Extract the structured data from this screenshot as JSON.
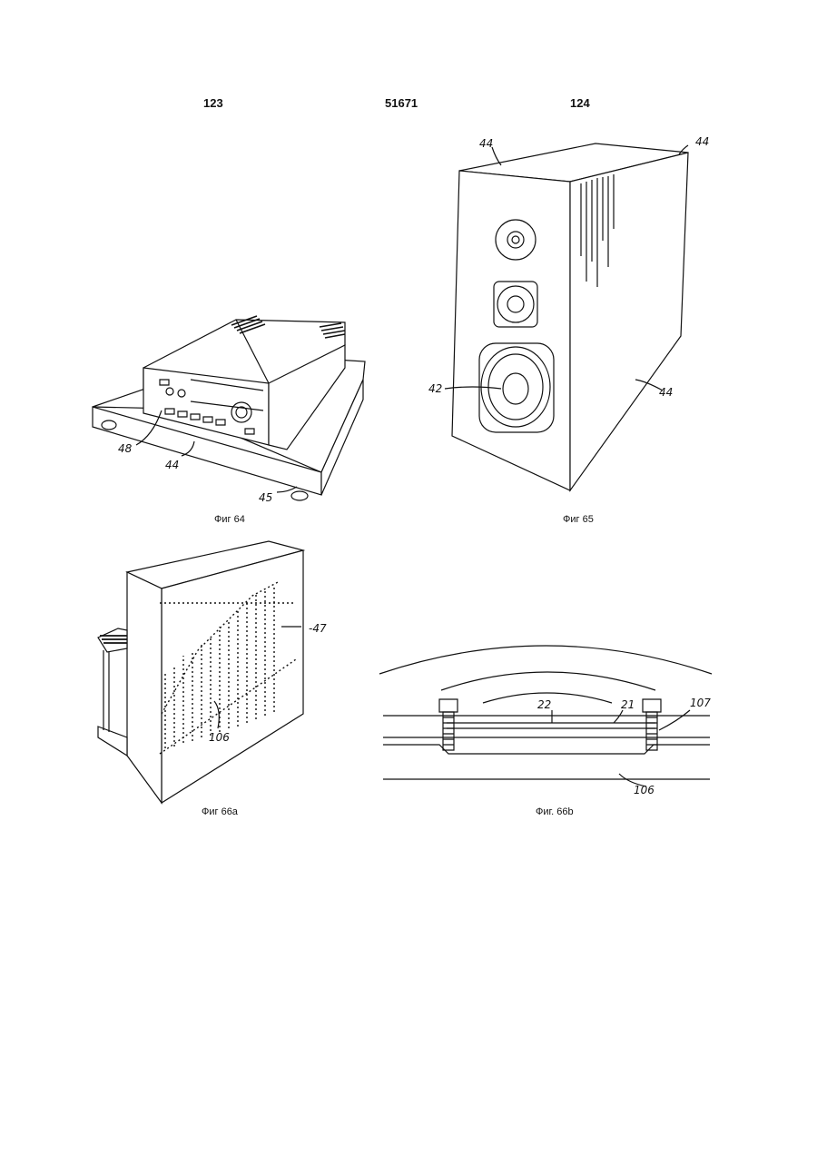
{
  "header": {
    "page_left": "123",
    "patent_number": "51671",
    "page_right": "124"
  },
  "figures": {
    "fig64": {
      "caption": "Фиг 64",
      "refs": [
        "48",
        "44",
        "45"
      ]
    },
    "fig65": {
      "caption": "Фиг 65",
      "refs": [
        "44",
        "44",
        "42",
        "44"
      ]
    },
    "fig66a": {
      "caption": "Фиг 66а",
      "refs": [
        "-47",
        "106"
      ]
    },
    "fig66b": {
      "caption": "Фиг. 66b",
      "refs": [
        "22",
        "21",
        "107",
        "106"
      ]
    }
  }
}
